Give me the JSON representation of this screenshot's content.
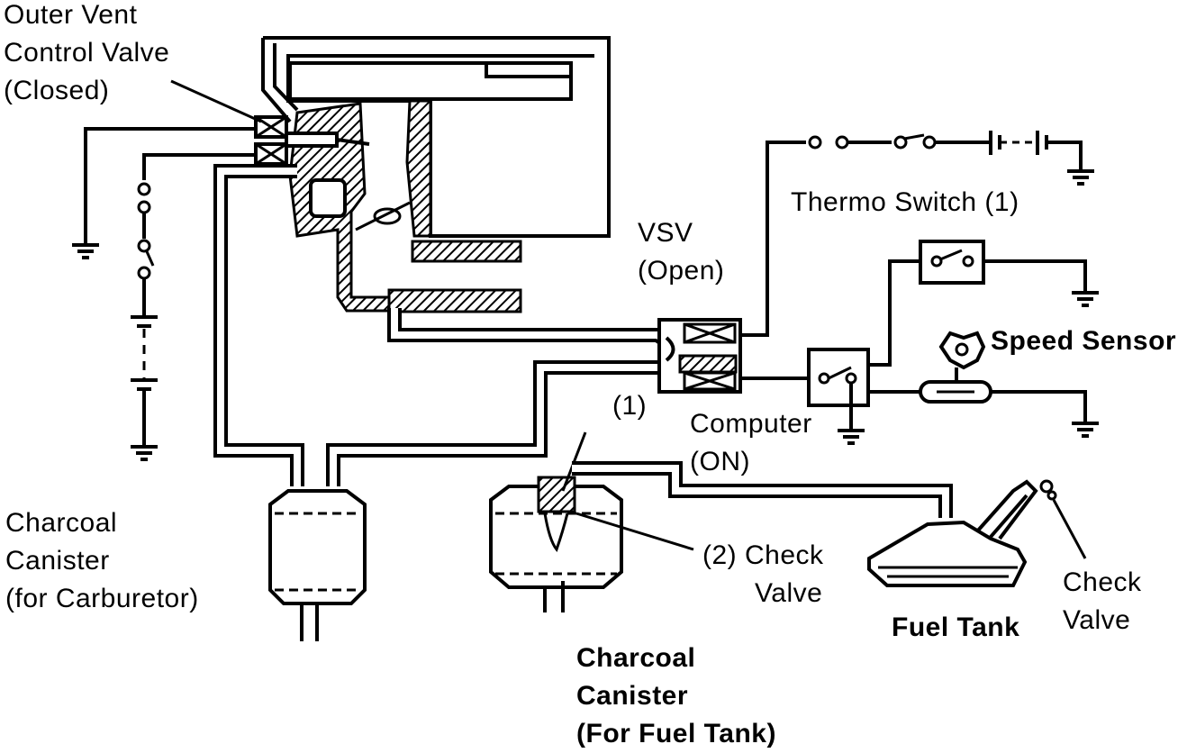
{
  "labels": {
    "outer_vent": [
      "Outer Vent",
      "Control Valve",
      "(Closed)"
    ],
    "thermo_switch": "Thermo Switch (1)",
    "vsv": [
      "VSV",
      "(Open)"
    ],
    "speed_sensor": "Speed Sensor",
    "computer": [
      "Computer",
      "(ON)"
    ],
    "marker_1": "(1)",
    "check_valve_2": [
      "(2) Check",
      "Valve"
    ],
    "charcoal_carb": [
      "Charcoal",
      "Canister",
      "(for Carburetor)"
    ],
    "charcoal_tank": [
      "Charcoal",
      "Canister",
      "(For Fuel Tank)"
    ],
    "fuel_tank": "Fuel Tank",
    "check_valve_tank": [
      "Check",
      "Valve"
    ]
  }
}
